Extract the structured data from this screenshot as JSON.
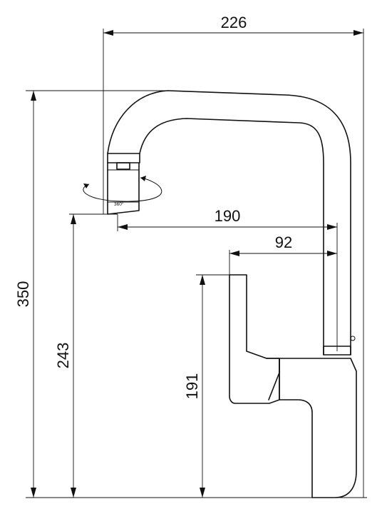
{
  "dimensions": {
    "overall_width": "226",
    "overall_height": "350",
    "spout_reach": "190",
    "handle_offset": "92",
    "spout_outlet_height": "243",
    "handle_height": "191"
  },
  "rotation_label": "360°"
}
